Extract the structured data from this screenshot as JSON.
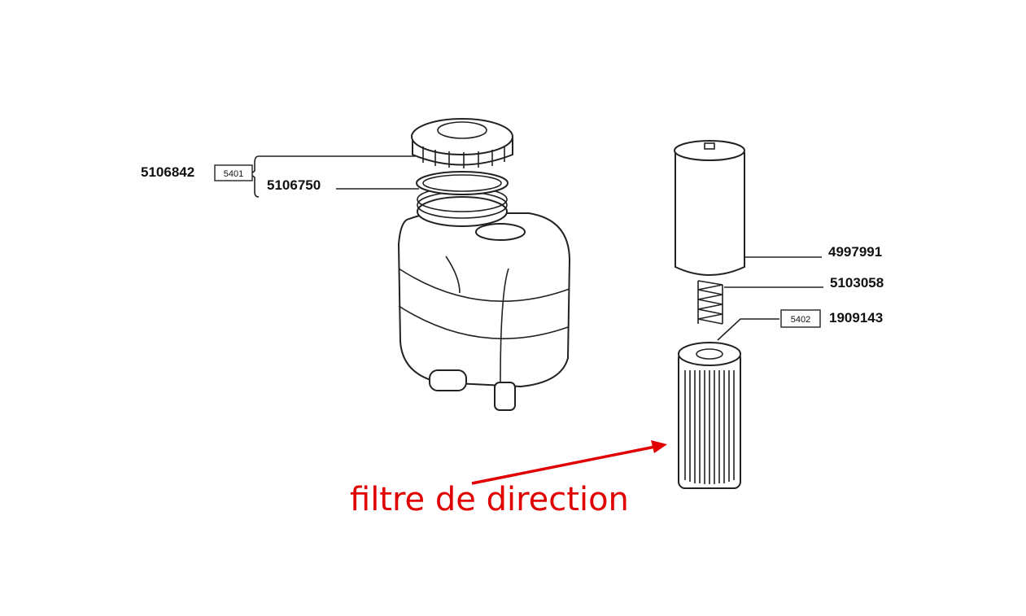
{
  "parts": {
    "cap_kit": {
      "number": "5106842",
      "ref": "5401"
    },
    "seal": {
      "number": "5106750"
    },
    "filter_housing": {
      "number": "4997991"
    },
    "spring": {
      "number": "5103058"
    },
    "filter_element": {
      "number": "1909143",
      "ref": "5402"
    }
  },
  "annotation": {
    "text": "filtre de direction",
    "color": "#e00000"
  }
}
